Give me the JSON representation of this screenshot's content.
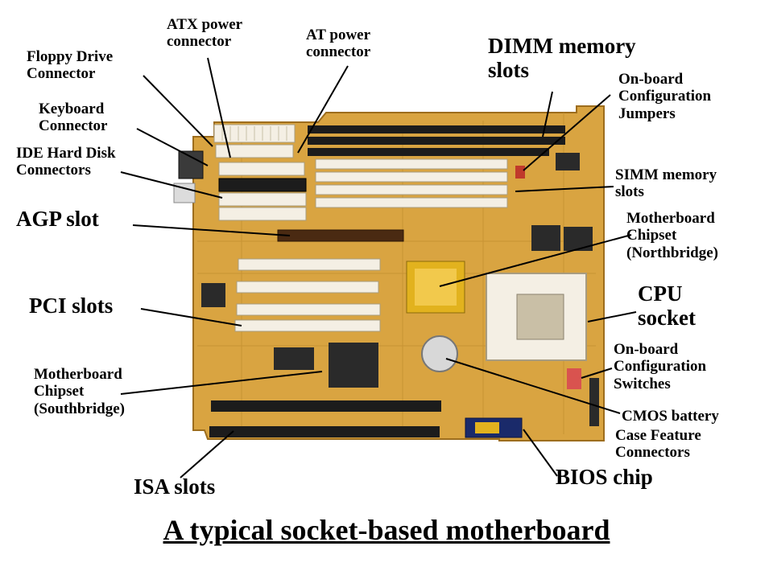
{
  "labels": {
    "atx_power": "ATX power\nconnector",
    "at_power": "AT power\nconnector",
    "floppy": "Floppy Drive\nConnector",
    "keyboard": "Keyboard\nConnector",
    "ide": "IDE Hard Disk\nConnectors",
    "agp": "AGP slot",
    "pci": "PCI slots",
    "southbridge": "Motherboard\nChipset\n(Southbridge)",
    "isa": "ISA slots",
    "dimm": "DIMM memory\nslots",
    "jumpers": "On-board\nConfiguration\nJumpers",
    "simm": "SIMM memory\nslots",
    "northbridge": "Motherboard\nChipset\n(Northbridge)",
    "cpu": "CPU\nsocket",
    "switches": "On-board\nConfiguration\nSwitches",
    "cmos": "CMOS battery",
    "case": "Case Feature\nConnectors",
    "bios": "BIOS chip"
  },
  "caption": "A typical socket-based motherboard",
  "colors": {
    "board": "#d9a441",
    "board_dark": "#b9822a",
    "slot_white": "#f4efe4",
    "slot_black": "#1c1c1c",
    "chip": "#2a2a2a",
    "gold": "#e2b21e"
  }
}
